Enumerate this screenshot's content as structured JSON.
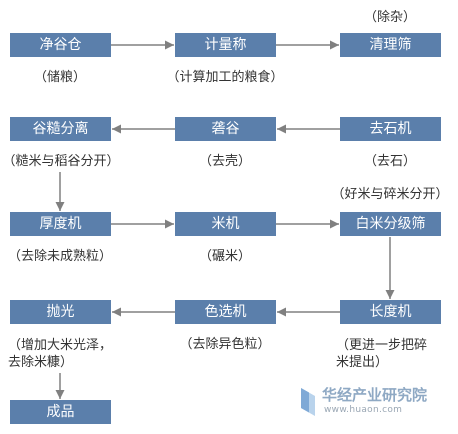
{
  "colors": {
    "node_fill": "#5b7fab",
    "node_text": "#ffffff",
    "arrow": "#808080",
    "note_text": "#333333",
    "watermark_text": "#8fa9c4",
    "watermark_sub": "#9aa7b4"
  },
  "nodes": {
    "clean_granary": {
      "label": "净谷仓",
      "note": "（储粮）"
    },
    "weighing_scale": {
      "label": "计量称",
      "note": "（计算加工的粮食）"
    },
    "cleaning_sieve": {
      "label": "清理筛",
      "note": "（除杂）"
    },
    "destoner": {
      "label": "去石机",
      "note": "（去石）"
    },
    "husker": {
      "label": "砻谷",
      "note": "（去壳）"
    },
    "paddy_separator": {
      "label": "谷糙分离",
      "note": "（糙米与稻谷分开）"
    },
    "thickness_grader": {
      "label": "厚度机",
      "note": "（去除未成熟粒）"
    },
    "rice_mill": {
      "label": "米机",
      "note": "（碾米）"
    },
    "white_rice_grader": {
      "label": "白米分级筛",
      "note": "（好米与碎米分开）"
    },
    "length_grader": {
      "label": "长度机",
      "note_lines": [
        "（更进一步把碎",
        "米提出）"
      ]
    },
    "color_sorter": {
      "label": "色选机",
      "note": "（去除异色粒）"
    },
    "polisher": {
      "label": "抛光",
      "note_lines": [
        "（增加大米光泽，",
        "去除米糠）"
      ]
    },
    "finished_product": {
      "label": "成品"
    }
  },
  "watermark": {
    "logo_icon": "huajing-logo-icon",
    "name": "华经产业研究院",
    "url": "www.huaon.com"
  }
}
